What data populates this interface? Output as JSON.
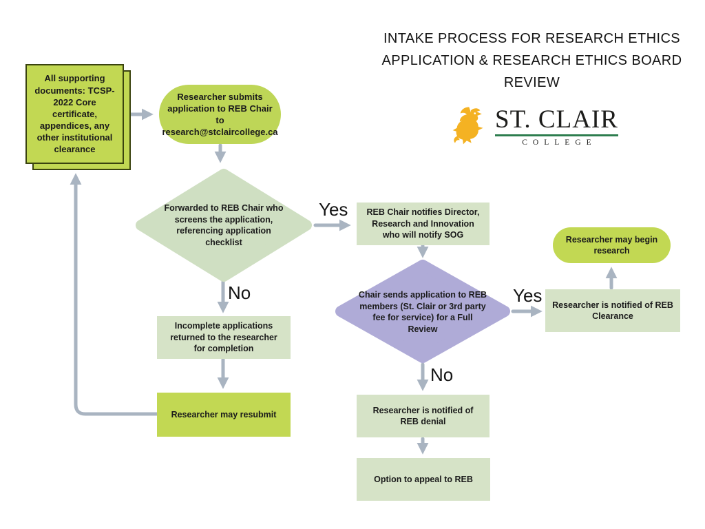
{
  "title": {
    "line1": "INTAKE PROCESS FOR RESEARCH ETHICS",
    "line2": "APPLICATION & RESEARCH ETHICS BOARD",
    "line3": "REVIEW"
  },
  "logo": {
    "wordmark": "ST. CLAIR",
    "subtext": "COLLEGE",
    "griffin_icon": "gold-griffin",
    "colors": {
      "griffin": "#F4B223",
      "rule": "#2D7D4E",
      "text": "#1D1D1B"
    }
  },
  "labels": {
    "screen_yes": "Yes",
    "screen_no": "No",
    "review_yes": "Yes",
    "review_no": "No"
  },
  "nodes": {
    "supporting_docs": {
      "shape": "stacked-rectangle",
      "fill": "#C2D853",
      "text": "All supporting documents: TCSP-2022 Core certificate, appendices, any other institutional clearance"
    },
    "submit_application": {
      "shape": "rounded",
      "fill": "#BED657",
      "text": "Researcher submits application to REB Chair to research@stclaircollege.ca"
    },
    "chair_screens": {
      "shape": "diamond",
      "fill": "#CFDFC2",
      "text": "Forwarded to REB Chair who screens the application, referencing application checklist"
    },
    "notify_director": {
      "shape": "rectangle",
      "fill": "#D6E3C7",
      "text": "REB Chair notifies Director, Research and Innovation who will notify SOG"
    },
    "full_review": {
      "shape": "diamond",
      "fill": "#AFABD7",
      "text": "Chair sends application to REB members (St. Clair or 3rd party fee for service) for a Full Review"
    },
    "clearance": {
      "shape": "rectangle",
      "fill": "#D6E3C7",
      "text": "Researcher is notified of REB Clearance"
    },
    "begin_research": {
      "shape": "rounded",
      "fill": "#C2D853",
      "text": "Researcher may begin research"
    },
    "denial": {
      "shape": "rectangle",
      "fill": "#D6E3C7",
      "text": "Researcher is notified of REB denial"
    },
    "appeal": {
      "shape": "rectangle",
      "fill": "#D6E3C7",
      "text": "Option to appeal to REB"
    },
    "incomplete": {
      "shape": "rectangle",
      "fill": "#D6E3C7",
      "text": "Incomplete applications returned to the researcher for completion"
    },
    "resubmit": {
      "shape": "rectangle",
      "fill": "#C2D853",
      "text": "Researcher may resubmit"
    }
  },
  "connector_color": "#A9B4C1"
}
